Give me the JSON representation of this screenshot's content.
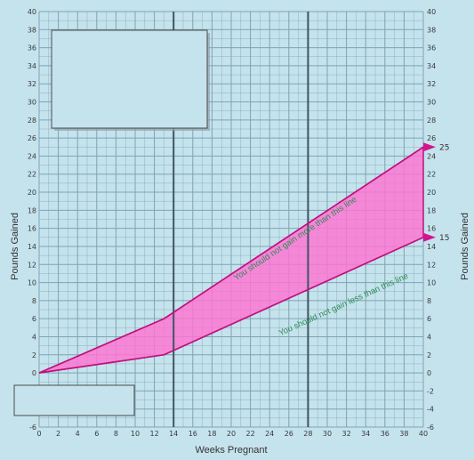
{
  "chart_data": {
    "type": "area",
    "title": "",
    "xlabel": "Weeks Pregnant",
    "ylabel_left": "Pounds Gained",
    "ylabel_right": "Pounds Gained",
    "xlim": [
      0,
      40
    ],
    "ylim": [
      -6,
      40
    ],
    "x_ticks": [
      0,
      2,
      4,
      6,
      8,
      10,
      12,
      14,
      16,
      18,
      20,
      22,
      24,
      26,
      28,
      30,
      32,
      34,
      36,
      38,
      40
    ],
    "y_ticks": [
      -6,
      -4,
      -2,
      0,
      2,
      4,
      6,
      8,
      10,
      12,
      14,
      16,
      18,
      20,
      22,
      24,
      26,
      28,
      30,
      32,
      34,
      36,
      38,
      40
    ],
    "grid": true,
    "trimester_lines": [
      14,
      28
    ],
    "series": [
      {
        "name": "",
        "x": [
          0,
          13,
          40
        ],
        "y": [
          0,
          6,
          25
        ]
      },
      {
        "name": "",
        "x": [
          0,
          13,
          40
        ],
        "y": [
          0,
          2,
          15
        ]
      }
    ],
    "annotations": [
      {
        "text": "You should not gain more than this line"
      },
      {
        "text": "You should not gain less than this line"
      }
    ],
    "end_labels": [
      "25",
      "15"
    ],
    "colors": {
      "background": "#c5e3ec",
      "grid": "#7ea3b6",
      "band_fill": "#ff73d2",
      "band_stroke": "#c0117e",
      "marker": "#d4148f",
      "trimester_line": "#3c5561",
      "annotation_text": "#2e8b57"
    }
  }
}
